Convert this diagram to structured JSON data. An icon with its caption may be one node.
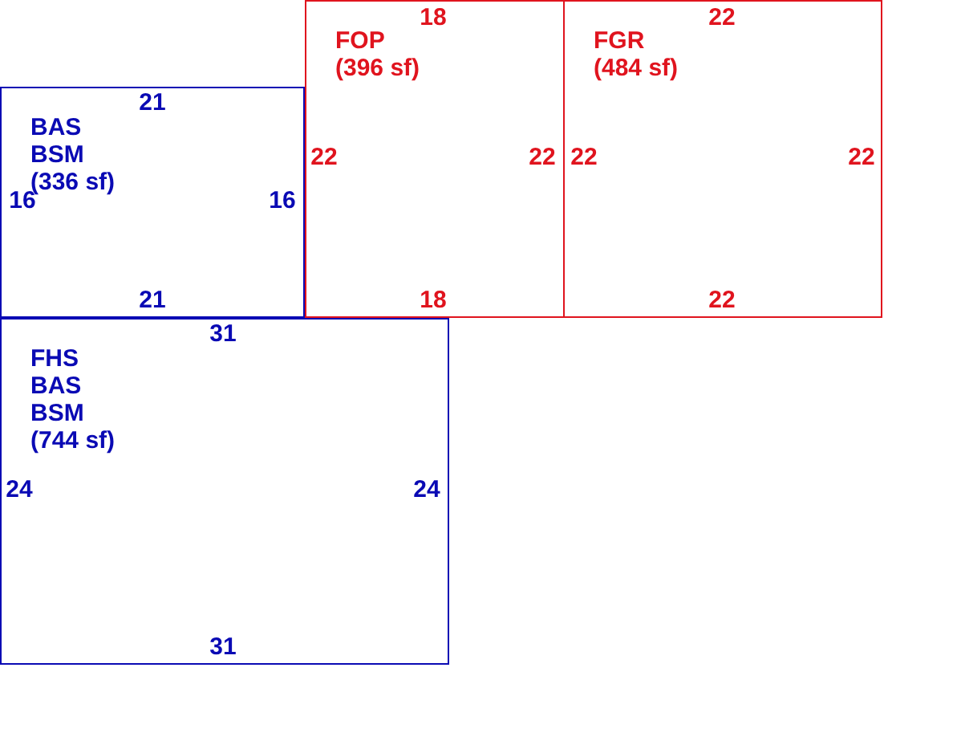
{
  "diagram": {
    "nodes": [
      {
        "text": [
          "FOP (396 sf)"
        ]
      },
      {
        "text": [
          "FGR (484 sf)"
        ]
      },
      {
        "text": [
          "BAS BSM (336 sf)"
        ]
      },
      {
        "text": [
          "FHS BAS BSM (744 sf)"
        ]
      }
    ],
    "edges": [],
    "labels": [
      "18",
      "22",
      "21",
      "22",
      "22",
      "22",
      "22",
      "16",
      "16",
      "21",
      "18",
      "22",
      "31",
      "24",
      "24",
      "31"
    ]
  }
}
